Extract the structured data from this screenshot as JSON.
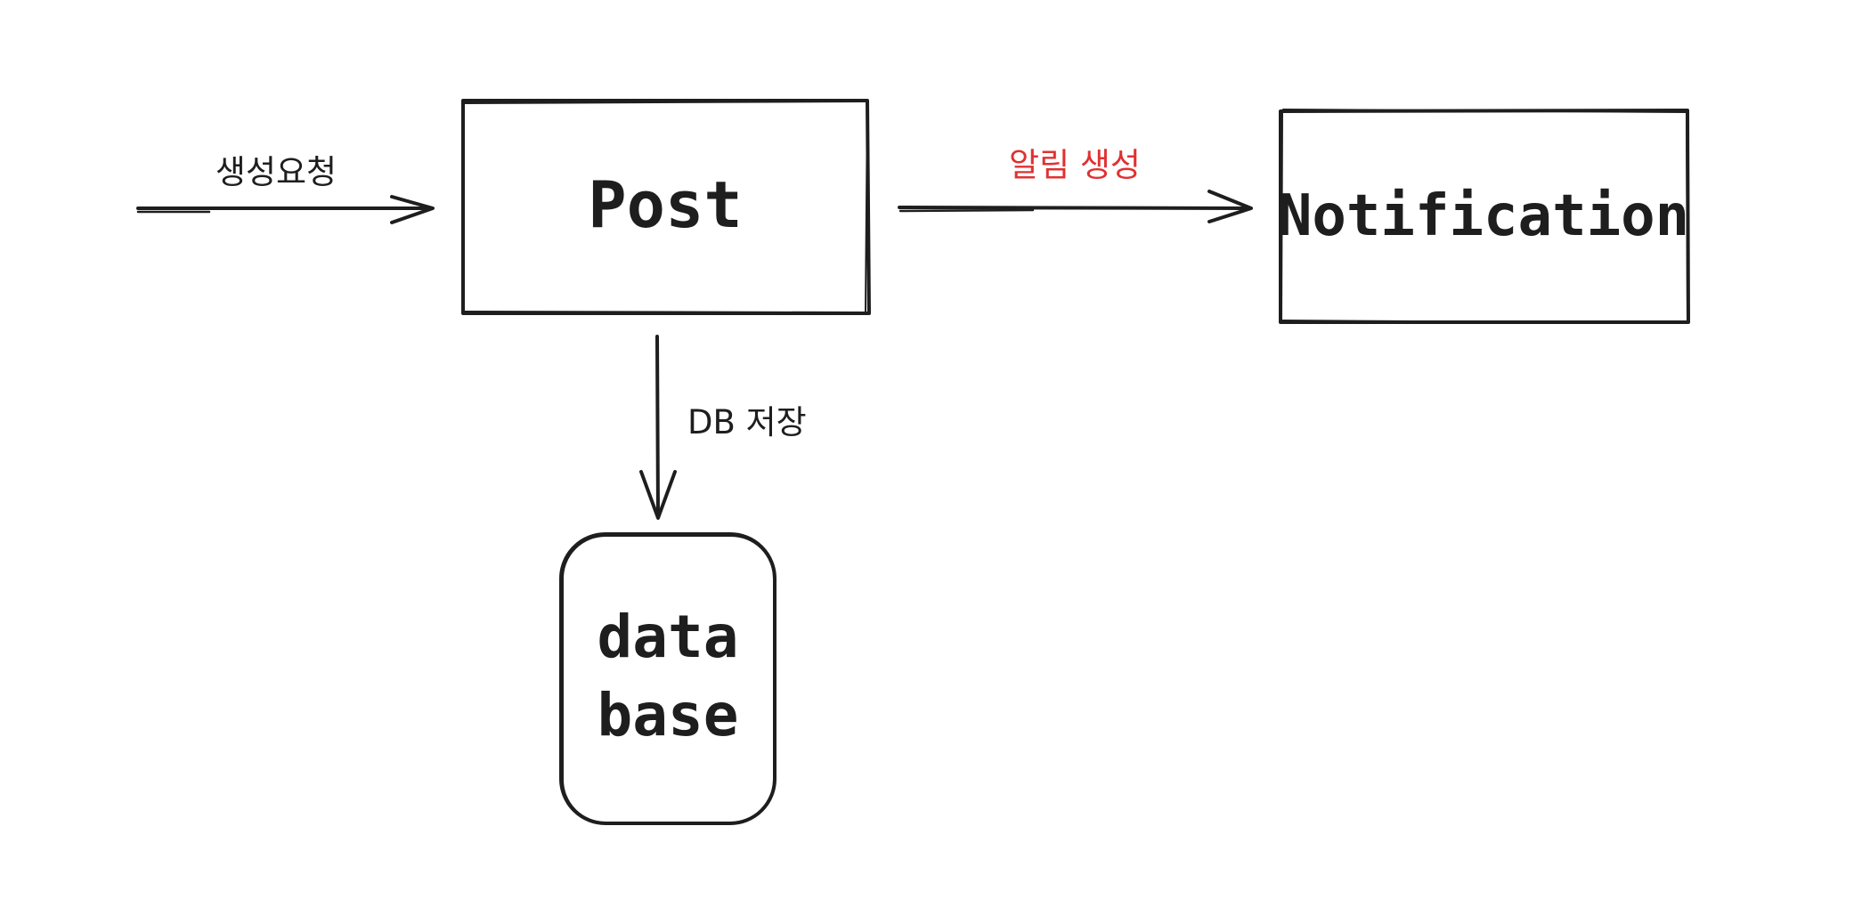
{
  "diagram": {
    "nodes": {
      "post": {
        "label": "Post"
      },
      "notification": {
        "label": "Notification"
      },
      "database": {
        "line1": "data",
        "line2": "base"
      }
    },
    "edges": {
      "create_request": {
        "label": "생성요청",
        "color": "#1e1e1e"
      },
      "notify": {
        "label": "알림 생성",
        "color": "#e03131"
      },
      "db_save": {
        "label": "DB 저장",
        "color": "#1e1e1e"
      }
    },
    "colors": {
      "stroke": "#1e1e1e",
      "accent": "#e03131",
      "background": "#ffffff"
    }
  }
}
